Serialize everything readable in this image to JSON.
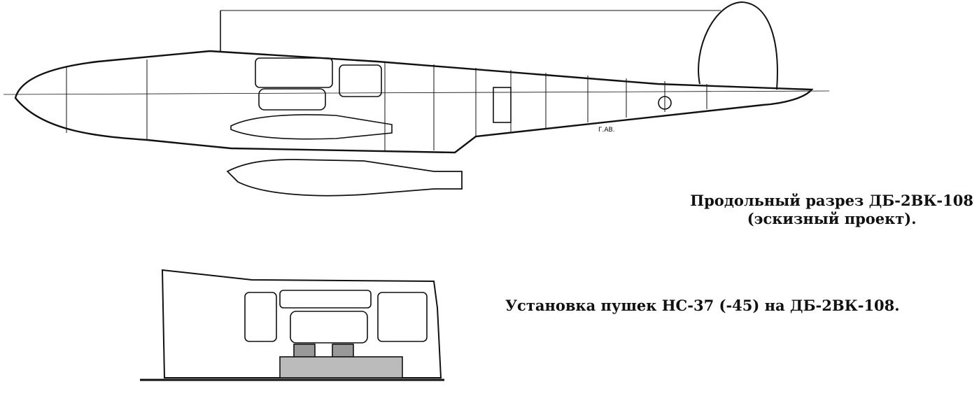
{
  "captions": {
    "section_title": "Продольный разрез ДБ-2ВК-108",
    "section_subtitle": "(эскизный проект).",
    "cannon_title": "Установка пушек НС-37 (-45) на ДБ-2ВК-108."
  },
  "signature": "Г.АВ."
}
